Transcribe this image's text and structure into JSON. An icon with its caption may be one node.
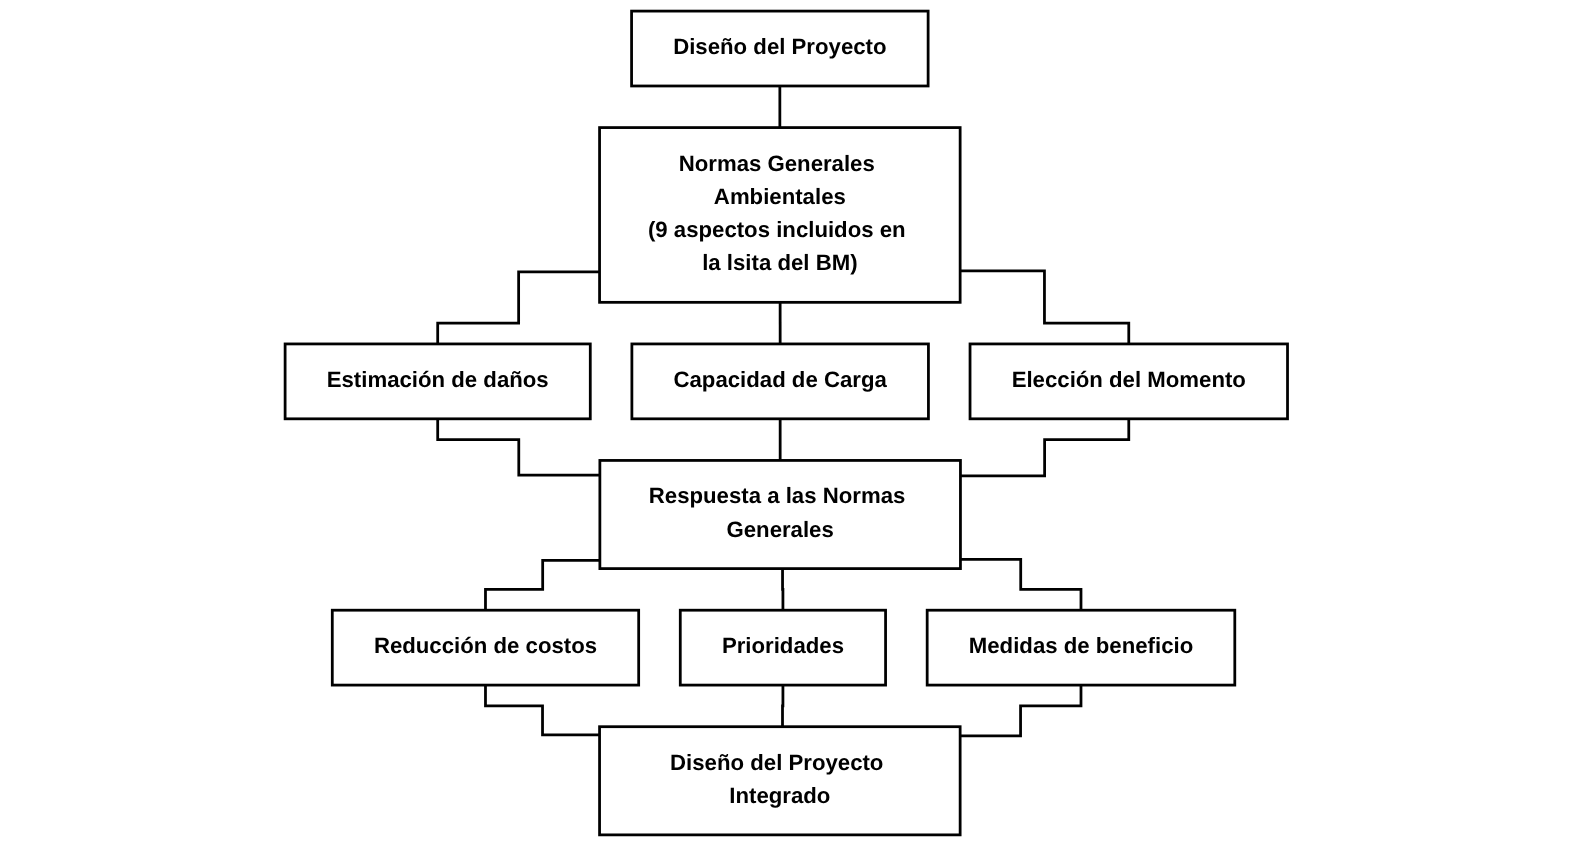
{
  "diagram": {
    "nodes": [
      {
        "text": [
          "Diseño del Proyecto"
        ]
      },
      {
        "text": [
          "Normas Generales Ambientales",
          "(9 aspectos incluidos en la lsita del BM)"
        ]
      },
      {
        "text": [
          "Estimación de daños"
        ]
      },
      {
        "text": [
          "Capacidad de Carga"
        ]
      },
      {
        "text": [
          "Elección del Momento"
        ]
      },
      {
        "text": [
          "Respuesta a las Normas Generales"
        ]
      },
      {
        "text": [
          "Reducción de costos"
        ]
      },
      {
        "text": [
          "Prioridades"
        ]
      },
      {
        "text": [
          "Medidas de beneficio"
        ]
      },
      {
        "text": [
          "Diseño del Proyecto Integrado"
        ]
      }
    ],
    "edges": [
      {
        "from": 0,
        "to": 1,
        "arrow": "none"
      },
      {
        "from": 1,
        "to": 2,
        "arrow": "none"
      },
      {
        "from": 1,
        "to": 3,
        "arrow": "none"
      },
      {
        "from": 1,
        "to": 4,
        "arrow": "none"
      },
      {
        "from": 2,
        "to": 5,
        "arrow": "none"
      },
      {
        "from": 3,
        "to": 5,
        "arrow": "none"
      },
      {
        "from": 4,
        "to": 5,
        "arrow": "none"
      },
      {
        "from": 5,
        "to": 6,
        "arrow": "none"
      },
      {
        "from": 5,
        "to": 7,
        "arrow": "none"
      },
      {
        "from": 5,
        "to": 8,
        "arrow": "none"
      },
      {
        "from": 6,
        "to": 9,
        "arrow": "none"
      },
      {
        "from": 7,
        "to": 9,
        "arrow": "none"
      },
      {
        "from": 8,
        "to": 9,
        "arrow": "none"
      }
    ]
  }
}
